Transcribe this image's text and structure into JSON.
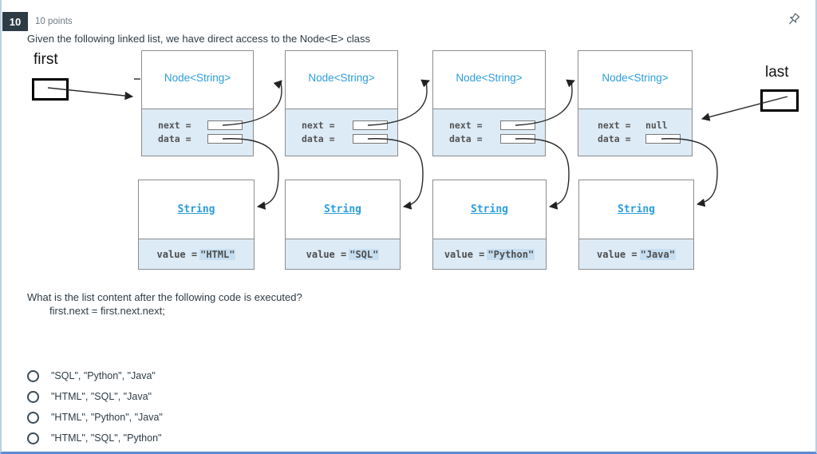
{
  "header": {
    "question_number": "10",
    "points": "10 points"
  },
  "question": {
    "prompt": "Given the following linked list, we have direct access to the Node<E> class",
    "followup": "What is the list content after the following code is executed?",
    "code": "first.next = first.next.next;"
  },
  "diagram": {
    "first_label": "first",
    "last_label": "last",
    "nodes": [
      {
        "title": "Node<String>",
        "next_label": "next =",
        "next_value": "",
        "data_label": "data ="
      },
      {
        "title": "Node<String>",
        "next_label": "next =",
        "next_value": "",
        "data_label": "data ="
      },
      {
        "title": "Node<String>",
        "next_label": "next =",
        "next_value": "",
        "data_label": "data ="
      },
      {
        "title": "Node<String>",
        "next_label": "next =",
        "next_value": "null",
        "data_label": "data ="
      }
    ],
    "strings": [
      {
        "title": "String",
        "value_label": "value =",
        "value": "\"HTML\""
      },
      {
        "title": "String",
        "value_label": "value =",
        "value": "\"SQL\""
      },
      {
        "title": "String",
        "value_label": "value =",
        "value": "\"Python\""
      },
      {
        "title": "String",
        "value_label": "value =",
        "value": "\"Java\""
      }
    ],
    "colors": {
      "node_title_blue": "#2b9ddb",
      "section_bg": "#ddebf6",
      "value_highlight": "#c6def0",
      "arrow": "#2a2a2a",
      "page_border": "#b9cfe4",
      "bottom_bar": "#5b8bd4",
      "ink": "#2d3b45"
    }
  },
  "options": [
    {
      "label": "\"SQL\", \"Python\", \"Java\""
    },
    {
      "label": "\"HTML\", \"SQL\", \"Java\""
    },
    {
      "label": "\"HTML\", \"Python\", \"Java\""
    },
    {
      "label": "\"HTML\", \"SQL\", \"Python\""
    }
  ]
}
